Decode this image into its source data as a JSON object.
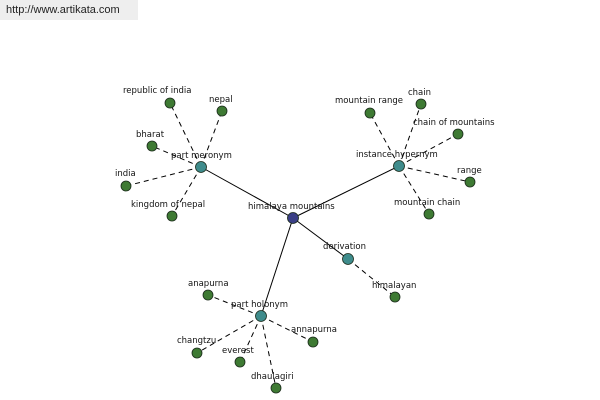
{
  "header": {
    "url": "http://www.artikata.com"
  },
  "colors": {
    "center": "#3a3f86",
    "relation": "#3f8c8c",
    "leaf": "#3e7a33",
    "node_stroke": "#1a2a1a",
    "edge": "#000000"
  },
  "nodes": [
    {
      "id": "center",
      "label": "himalaya mountains",
      "kind": "center"
    },
    {
      "id": "part-meronym",
      "label": "part meronym",
      "kind": "relation"
    },
    {
      "id": "instance-hypernym",
      "label": "instance hypernym",
      "kind": "relation"
    },
    {
      "id": "derivation",
      "label": "derivation",
      "kind": "relation"
    },
    {
      "id": "part-holonym",
      "label": "part holonym",
      "kind": "relation"
    },
    {
      "id": "republic-of-india",
      "label": "republic of india",
      "kind": "leaf"
    },
    {
      "id": "nepal",
      "label": "nepal",
      "kind": "leaf"
    },
    {
      "id": "bharat",
      "label": "bharat",
      "kind": "leaf"
    },
    {
      "id": "india",
      "label": "india",
      "kind": "leaf"
    },
    {
      "id": "kingdom-of-nepal",
      "label": "kingdom of nepal",
      "kind": "leaf"
    },
    {
      "id": "mountain-range",
      "label": "mountain range",
      "kind": "leaf"
    },
    {
      "id": "chain",
      "label": "chain",
      "kind": "leaf"
    },
    {
      "id": "chain-of-mountains",
      "label": "chain of mountains",
      "kind": "leaf"
    },
    {
      "id": "range",
      "label": "range",
      "kind": "leaf"
    },
    {
      "id": "mountain-chain",
      "label": "mountain chain",
      "kind": "leaf"
    },
    {
      "id": "himalayan",
      "label": "himalayan",
      "kind": "leaf"
    },
    {
      "id": "anapurna",
      "label": "anapurna",
      "kind": "leaf"
    },
    {
      "id": "annapurna",
      "label": "annapurna",
      "kind": "leaf"
    },
    {
      "id": "changtzu",
      "label": "changtzu",
      "kind": "leaf"
    },
    {
      "id": "everest",
      "label": "everest",
      "kind": "leaf"
    },
    {
      "id": "dhaulagiri",
      "label": "dhaulagiri",
      "kind": "leaf"
    }
  ],
  "edges": [
    {
      "from": "center",
      "to": "part-meronym",
      "style": "solid"
    },
    {
      "from": "center",
      "to": "instance-hypernym",
      "style": "solid"
    },
    {
      "from": "center",
      "to": "derivation",
      "style": "solid"
    },
    {
      "from": "center",
      "to": "part-holonym",
      "style": "solid"
    },
    {
      "from": "part-meronym",
      "to": "republic-of-india",
      "style": "dashed"
    },
    {
      "from": "part-meronym",
      "to": "nepal",
      "style": "dashed"
    },
    {
      "from": "part-meronym",
      "to": "bharat",
      "style": "dashed"
    },
    {
      "from": "part-meronym",
      "to": "india",
      "style": "dashed"
    },
    {
      "from": "part-meronym",
      "to": "kingdom-of-nepal",
      "style": "dashed"
    },
    {
      "from": "instance-hypernym",
      "to": "mountain-range",
      "style": "dashed"
    },
    {
      "from": "instance-hypernym",
      "to": "chain",
      "style": "dashed"
    },
    {
      "from": "instance-hypernym",
      "to": "chain-of-mountains",
      "style": "dashed"
    },
    {
      "from": "instance-hypernym",
      "to": "range",
      "style": "dashed"
    },
    {
      "from": "instance-hypernym",
      "to": "mountain-chain",
      "style": "dashed"
    },
    {
      "from": "derivation",
      "to": "himalayan",
      "style": "dashed"
    },
    {
      "from": "part-holonym",
      "to": "anapurna",
      "style": "dashed"
    },
    {
      "from": "part-holonym",
      "to": "annapurna",
      "style": "dashed"
    },
    {
      "from": "part-holonym",
      "to": "changtzu",
      "style": "dashed"
    },
    {
      "from": "part-holonym",
      "to": "everest",
      "style": "dashed"
    },
    {
      "from": "part-holonym",
      "to": "dhaulagiri",
      "style": "dashed"
    }
  ]
}
